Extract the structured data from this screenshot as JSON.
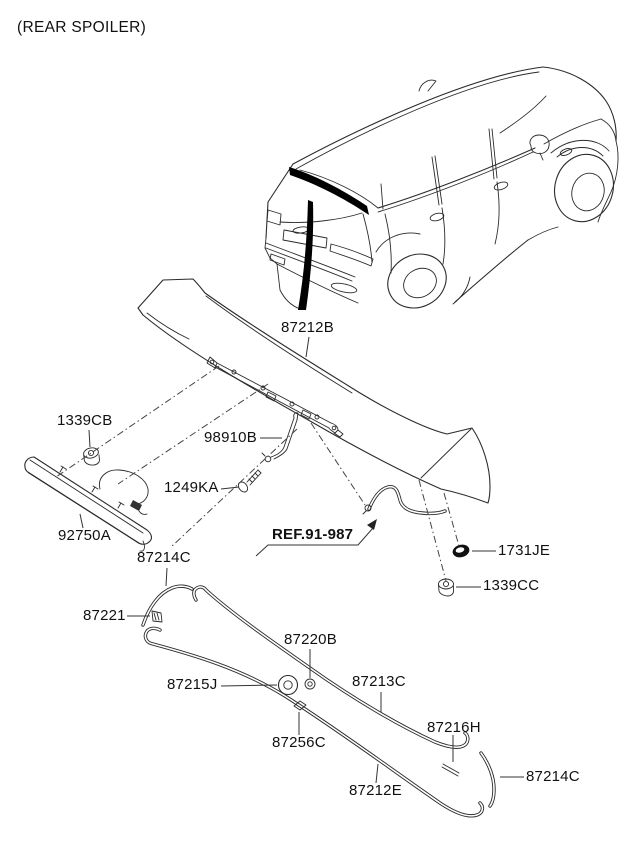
{
  "page": {
    "title": "(REAR SPOILER)"
  },
  "colors": {
    "line": "#2b2b2b",
    "label": "#111111",
    "background": "#ffffff",
    "highlight": "#000000"
  },
  "diagram": {
    "ref_label": {
      "text": "REF.91-987"
    },
    "labels": [
      {
        "part": "87212B",
        "text": "87212B"
      },
      {
        "part": "1339CB",
        "text": "1339CB"
      },
      {
        "part": "98910B",
        "text": "98910B"
      },
      {
        "part": "1249KA",
        "text": "1249KA"
      },
      {
        "part": "92750A",
        "text": "92750A"
      },
      {
        "part": "1731JE",
        "text": "1731JE"
      },
      {
        "part": "1339CC",
        "text": "1339CC"
      },
      {
        "part": "87214C",
        "text": "87214C"
      },
      {
        "part": "87221",
        "text": "87221"
      },
      {
        "part": "87220B",
        "text": "87220B"
      },
      {
        "part": "87215J",
        "text": "87215J"
      },
      {
        "part": "87213C",
        "text": "87213C"
      },
      {
        "part": "87256C",
        "text": "87256C"
      },
      {
        "part": "87216H",
        "text": "87216H"
      },
      {
        "part": "87212E",
        "text": "87212E"
      },
      {
        "part": "87214C",
        "text": "87214C"
      }
    ]
  }
}
